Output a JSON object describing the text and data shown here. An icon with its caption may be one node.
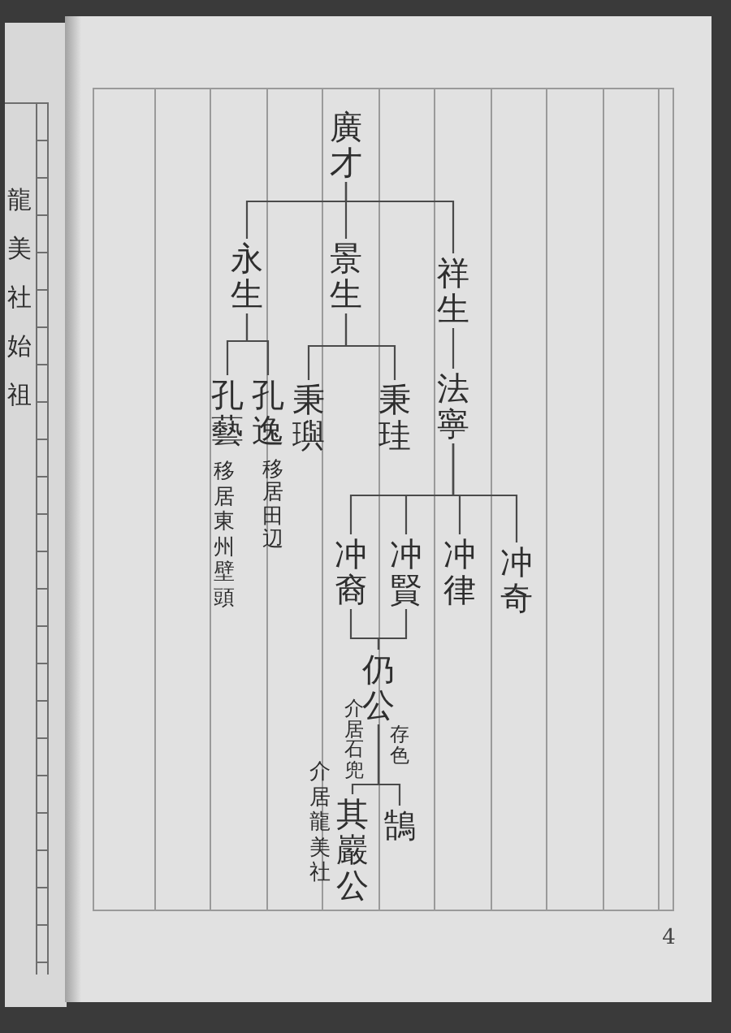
{
  "diagram": {
    "nodes": [
      {
        "text": [
          "廣才"
        ]
      },
      {
        "text": [
          "永生"
        ]
      },
      {
        "text": [
          "景生"
        ]
      },
      {
        "text": [
          "祥生"
        ]
      },
      {
        "text": [
          "孔藝"
        ],
        "beside": [
          "移居東州壁頭"
        ]
      },
      {
        "text": [
          "孔逸"
        ],
        "beside": [
          "移居田辺"
        ]
      },
      {
        "text": [
          "秉璵"
        ]
      },
      {
        "text": [
          "秉珪"
        ]
      },
      {
        "text": [
          "法寧"
        ]
      },
      {
        "text": [
          "冲裔"
        ]
      },
      {
        "text": [
          "冲賢"
        ]
      },
      {
        "text": [
          "冲律"
        ]
      },
      {
        "text": [
          "冲奇"
        ]
      },
      {
        "text": [
          "仍公"
        ],
        "beside": [
          "介居石兜",
          "存色"
        ]
      },
      {
        "text": [
          "其巖公"
        ],
        "beside": [
          "介居龍美社"
        ]
      },
      {
        "text": [
          "鵠"
        ]
      }
    ],
    "edges": [
      {
        "from": 0,
        "to": 1,
        "arrow": "none"
      },
      {
        "from": 0,
        "to": 2,
        "arrow": "none"
      },
      {
        "from": 0,
        "to": 3,
        "arrow": "none"
      },
      {
        "from": 1,
        "to": 4,
        "arrow": "none"
      },
      {
        "from": 1,
        "to": 5,
        "arrow": "none"
      },
      {
        "from": 2,
        "to": 6,
        "arrow": "none"
      },
      {
        "from": 2,
        "to": 7,
        "arrow": "none"
      },
      {
        "from": 3,
        "to": 8,
        "arrow": "none"
      },
      {
        "from": 8,
        "to": 9,
        "arrow": "none"
      },
      {
        "from": 8,
        "to": 10,
        "arrow": "none"
      },
      {
        "from": 8,
        "to": 11,
        "arrow": "none"
      },
      {
        "from": 8,
        "to": 12,
        "arrow": "none"
      },
      {
        "from": 9,
        "to": 13,
        "arrow": "none"
      },
      {
        "from": 10,
        "to": 13,
        "arrow": "none"
      },
      {
        "from": 13,
        "to": 14,
        "arrow": "none"
      },
      {
        "from": 13,
        "to": 15,
        "arrow": "none"
      }
    ],
    "labels": [
      "龍美社始祖",
      "4"
    ]
  }
}
